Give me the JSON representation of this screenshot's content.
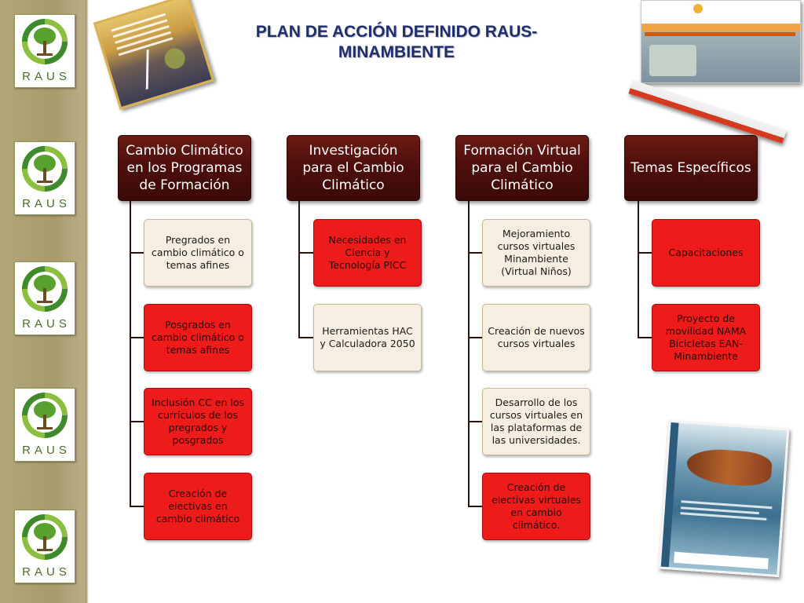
{
  "slide": {
    "title": "PLAN DE ACCIÓN DEFINIDO RAUS-MINAMBIENTE"
  },
  "sidebar": {
    "logo_text": "RAUS",
    "logo_count": 5
  },
  "columns": [
    {
      "header": "Cambio Climático en los Programas de Formación",
      "items": [
        {
          "text": "Pregrados en cambio climático o temas afines",
          "style": "cream"
        },
        {
          "text": "Posgrados en cambio climático o temas afines",
          "style": "red"
        },
        {
          "text": "Inclusión CC en los currículos de los pregrados y posgrados",
          "style": "red"
        },
        {
          "text": "Creación de electivas en cambio climático",
          "style": "red"
        }
      ]
    },
    {
      "header": "Investigación para el Cambio Climático",
      "items": [
        {
          "text": "Necesidades en Ciencia y Tecnología PICC",
          "style": "red"
        },
        {
          "text": "Herramientas HAC y Calculadora 2050",
          "style": "cream"
        }
      ]
    },
    {
      "header": "Formación Virtual para el Cambio Climático",
      "items": [
        {
          "text": "Mejoramiento cursos virtuales Minambiente (Virtual Niños)",
          "style": "cream"
        },
        {
          "text": "Creación de nuevos cursos virtuales",
          "style": "cream"
        },
        {
          "text": "Desarrollo de los cursos virtuales en las plataformas de las universidades.",
          "style": "cream"
        },
        {
          "text": "Creación de electivas virtuales en cambio climático.",
          "style": "red"
        }
      ]
    },
    {
      "header": "Temas Específicos",
      "items": [
        {
          "text": "Capacitaciones",
          "style": "red"
        },
        {
          "text": "Proyecto de movilidad NAMA Bicicletas EAN-Minambiente",
          "style": "red"
        }
      ]
    }
  ],
  "colors": {
    "header": "#4e0f0c",
    "cream": "#f6efe1",
    "red": "#ee1b1b",
    "title": "#1f2f6e"
  }
}
